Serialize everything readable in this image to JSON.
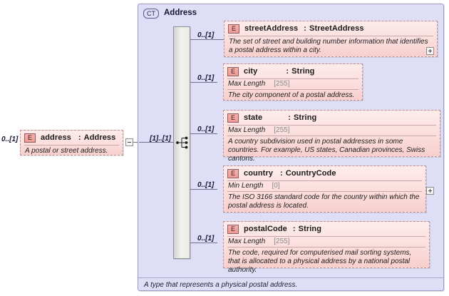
{
  "diagram": {
    "type": "xsd-schema-diagram",
    "colors": {
      "complex_type_bg": "#dedef6",
      "element_bg": "#fbdedd",
      "element_border": "#b9929a",
      "e_icon": "#f3a19c",
      "connector": "#6f6f8f",
      "facet_value": "#8b8b8b"
    }
  },
  "root_element": {
    "icon": "E",
    "name": "address",
    "separator": ":",
    "type": "Address",
    "annotation": "A postal or street address.",
    "cardinality": "0..[1]",
    "expander": "-"
  },
  "complex_type": {
    "badge": "CT",
    "title": "Address",
    "footer_annotation": "A type that represents a physical postal address.",
    "compositor": "sequence",
    "compositor_cardinality": "[1]..[1]"
  },
  "children": [
    {
      "icon": "E",
      "name": "streetAddress",
      "separator": ":",
      "type": "StreetAddress",
      "cardinality": "0..[1]",
      "facet": null,
      "facet_value": null,
      "annotation": "The set of street and building number information that identifies a postal address within a city.",
      "expander": "+"
    },
    {
      "icon": "E",
      "name": "city",
      "separator": ":",
      "type": "String",
      "cardinality": "0..[1]",
      "facet": "Max Length",
      "facet_value": "[255]",
      "annotation": "The city component of a postal address.",
      "expander": null
    },
    {
      "icon": "E",
      "name": "state",
      "separator": ":",
      "type": "String",
      "cardinality": "0..[1]",
      "facet": "Max Length",
      "facet_value": "[255]",
      "annotation": "A country subdivision used in postal addresses in some countries. For example, US states, Canadian provinces, Swiss cantons.",
      "expander": null
    },
    {
      "icon": "E",
      "name": "country",
      "separator": ":",
      "type": "CountryCode",
      "cardinality": "0..[1]",
      "facet": "Min Length",
      "facet_value": "[0]",
      "annotation": "The ISO 3166 standard code for the country within which the postal address is located.",
      "expander": "+"
    },
    {
      "icon": "E",
      "name": "postalCode",
      "separator": ":",
      "type": "String",
      "cardinality": "0..[1]",
      "facet": "Max Length",
      "facet_value": "[255]",
      "annotation": "The code, required for computerised mail sorting systems, that is allocated to a physical address by a national postal authority.",
      "expander": null
    }
  ]
}
